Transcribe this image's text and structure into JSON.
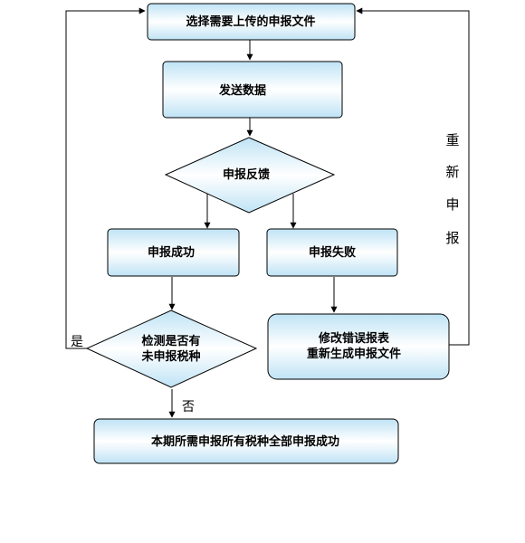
{
  "diagram": {
    "colors": {
      "node_center": "#ffffff",
      "node_edge": "#bfe3f5",
      "stroke": "#000000"
    },
    "nodes": {
      "select_file": "选择需要上传的申报文件",
      "send_data": "发送数据",
      "feedback": "申报反馈",
      "success": "申报成功",
      "failure": "申报失败",
      "check_line1": "检测是否有",
      "check_line2": "未申报税种",
      "fix_line1": "修改错误报表",
      "fix_line2": "重新生成申报文件",
      "all_success": "本期所需申报所有税种全部申报成功"
    },
    "labels": {
      "yes": "是",
      "no": "否",
      "resubmit": [
        "重",
        "新",
        "申",
        "报"
      ]
    }
  }
}
